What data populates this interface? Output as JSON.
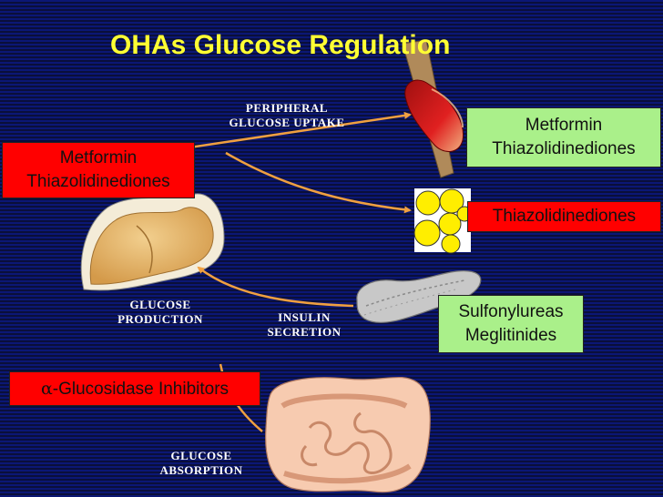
{
  "title": "OHAs Glucose Regulation",
  "labels": {
    "peripheral_line1": "PERIPHERAL",
    "peripheral_line2": "GLUCOSE UPTAKE",
    "production_line1": "GLUCOSE",
    "production_line2": "PRODUCTION",
    "insulin_line1": "INSULIN",
    "insulin_line2": "SECRETION",
    "absorption_line1": "GLUCOSE",
    "absorption_line2": "ABSORPTION"
  },
  "boxes": {
    "liver_drugs": {
      "line1": "Metformin",
      "line2": "Thiazolidinediones"
    },
    "muscle_drugs": {
      "line1": "Metformin",
      "line2": "Thiazolidinediones"
    },
    "fat_drug": {
      "line1": "Thiazolidinediones"
    },
    "pancreas_drugs": {
      "line1": "Sulfonylureas",
      "line2": "Meglitinides"
    },
    "gut_drug": {
      "symbol": "α",
      "line1": "-Glucosidase Inhibitors"
    }
  },
  "colors": {
    "title": "#ffff33",
    "arrow": "#f0a040",
    "red_box": "#ff0000",
    "green_box": "#aaf08a"
  }
}
